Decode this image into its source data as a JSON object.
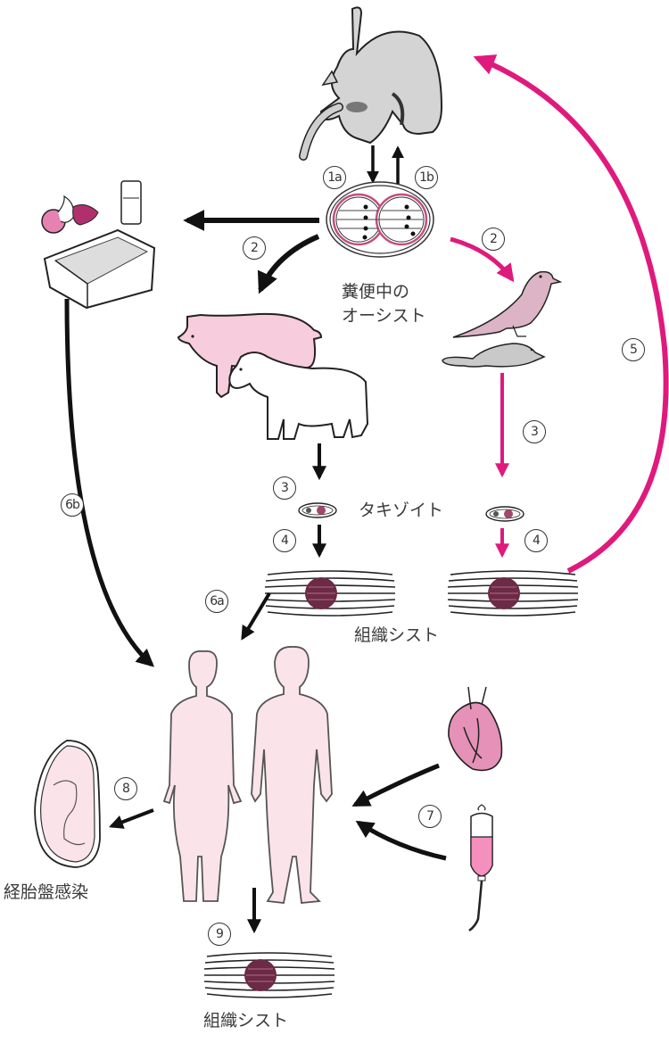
{
  "colors": {
    "accent_magenta": "#e0197d",
    "arrow_black": "#111111",
    "human_pink": "#fbe3ea",
    "pig_pink": "#f7ccdd",
    "cyst_maroon": "#6b2a45",
    "cat_gray": "#d4d4d4",
    "bird_mauve": "#dcb4c6",
    "blood_pink": "#f58fbd"
  },
  "labels": {
    "oocyst_line1": "糞便中の",
    "oocyst_line2": "オーシスト",
    "tachyzoite": "タキゾイト",
    "tissue_cyst_mid": "組織シスト",
    "transplacental": "経胎盤感染",
    "tissue_cyst_bottom": "組織シスト"
  },
  "steps": {
    "s1a": "1a",
    "s1b": "1b",
    "s2_left": "2",
    "s2_right": "2",
    "s3_left": "3",
    "s3_right": "3",
    "s4_left": "4",
    "s4_right": "4",
    "s5": "5",
    "s6a": "6a",
    "s6b": "6b",
    "s7": "7",
    "s8": "8",
    "s9": "9"
  },
  "icons": {
    "cat": "cat-icon",
    "oocyst": "oocyst-icon",
    "food_and_litter": "food-litter-icon",
    "pig": "pig-icon",
    "sheep": "sheep-icon",
    "bird": "bird-icon",
    "mouse": "mouse-icon",
    "tachyzoite": "tachyzoite-icon",
    "tissue_cyst": "tissue-cyst-icon",
    "humans": "humans-icon",
    "fetus": "fetus-icon",
    "heart": "heart-icon",
    "blood_bag": "blood-transfusion-icon"
  }
}
